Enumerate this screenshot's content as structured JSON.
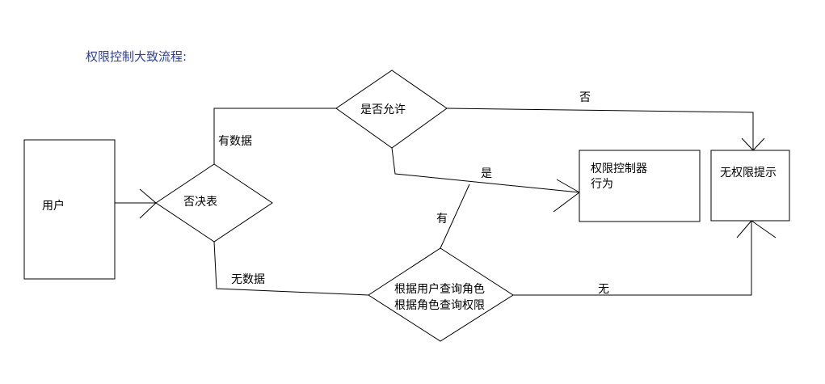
{
  "title": "权限控制大致流程:",
  "nodes": {
    "user": "用户",
    "deny_table": "否决表",
    "is_allowed": "是否允许",
    "query_line1": "根据用户查询角色",
    "query_line2": "根据角色查询权限",
    "controller_line1": "权限控制器",
    "controller_line2": "行为",
    "no_permission": "无权限提示"
  },
  "edge_labels": {
    "has_data": "有数据",
    "no_data": "无数据",
    "yes": "是",
    "no_deny": "否",
    "has": "有",
    "none": "无"
  }
}
